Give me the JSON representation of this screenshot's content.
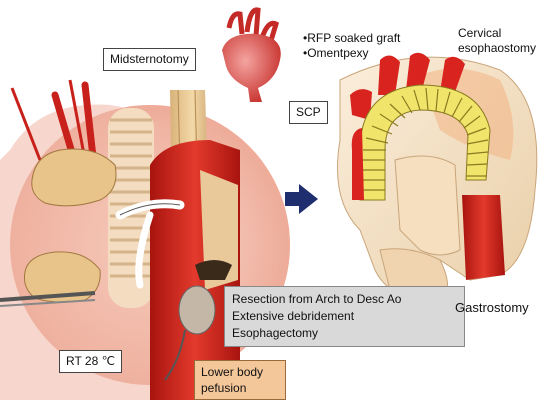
{
  "labels": {
    "midsternotomy": "Midsternotomy",
    "rfp_graft": "•RFP soaked graft",
    "omentpexy": "•Omentpexy",
    "cervical_line1": "Cervical",
    "cervical_line2": "esophaostomy",
    "scp": "SCP",
    "resection_line1": "Resection from Arch to Desc Ao",
    "resection_line2": "Extensive debridement",
    "resection_line3": "Esophagectomy",
    "gastrostomy": "Gastrostomy",
    "rt": "RT 28 ℃",
    "lower_body_line1": "Lower body",
    "lower_body_line2": "pefusion"
  },
  "colors": {
    "aorta_red": "#d9231f",
    "pericardium_pink": "#f2b8a8",
    "tissue_tan": "#e8c99a",
    "graft_yellow": "#f0e46a",
    "arrow_navy": "#1f2e6e",
    "box_gray": "#d9d9d9",
    "box_tan": "#f4c79a"
  },
  "icons": [
    "heart-aorta-icon",
    "right-arrow-icon"
  ]
}
